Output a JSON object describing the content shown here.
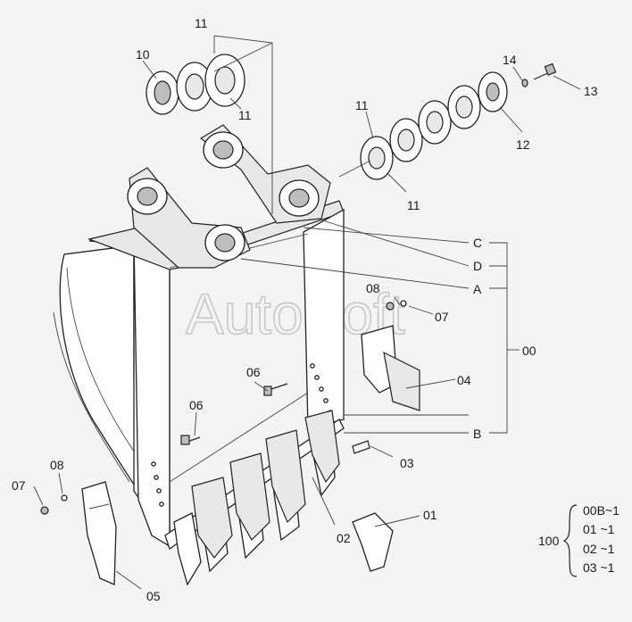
{
  "watermark": "AutoSoft",
  "callouts": {
    "p10": "10",
    "p11a": "11",
    "p11b": "11",
    "p11c": "11",
    "p11d": "11",
    "p14": "14",
    "p13": "13",
    "p12": "12",
    "pC": "C",
    "pD": "D",
    "pA": "A",
    "pB": "B",
    "p00": "00",
    "p08a": "08",
    "p07a": "07",
    "p04": "04",
    "p06a": "06",
    "p06b": "06",
    "p03": "03",
    "p01": "01",
    "p02": "02",
    "p05": "05",
    "p07b": "07",
    "p08b": "08"
  },
  "legend": {
    "group": "100",
    "rows": [
      "00B~1",
      "01  ~1",
      "02  ~1",
      "03  ~1"
    ]
  }
}
